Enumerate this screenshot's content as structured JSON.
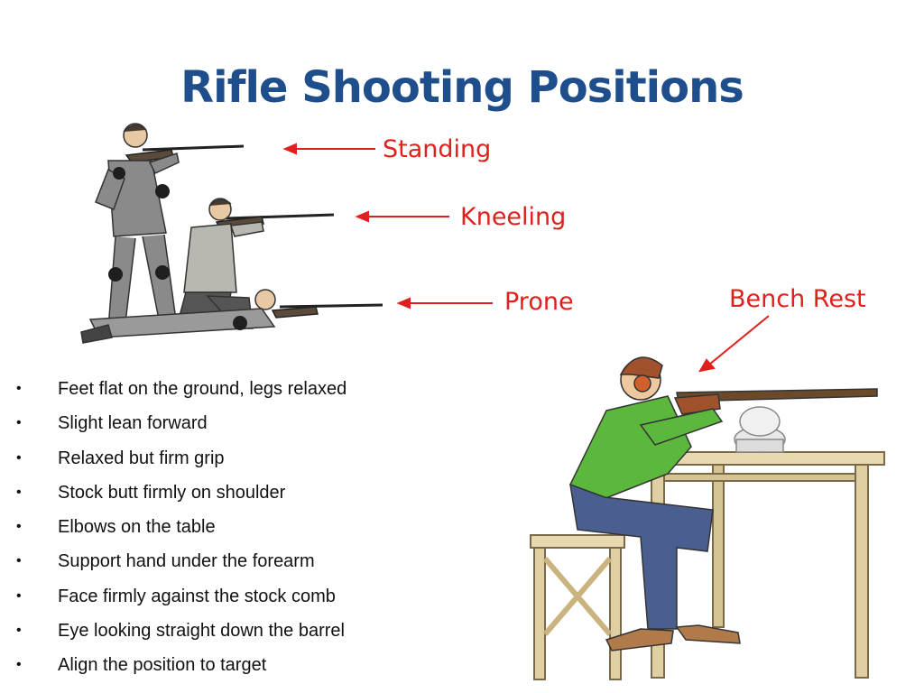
{
  "title": "Rifle Shooting Positions",
  "labels": {
    "standing": "Standing",
    "kneeling": "Kneeling",
    "prone": "Prone",
    "bench_rest": "Bench Rest"
  },
  "bullet_glyph": "•",
  "bullets": [
    "Feet flat on the ground, legs relaxed",
    "Slight lean forward",
    "Relaxed but firm grip",
    "Stock butt firmly on shoulder",
    "Elbows on the table",
    "Support hand under the forearm",
    "Face firmly against the stock comb",
    "Eye looking straight down the barrel",
    "Align the position to target"
  ],
  "colors": {
    "title": "#1f4e8c",
    "label": "#e0201c",
    "arrow": "#e0201c",
    "body_text": "#111111"
  }
}
